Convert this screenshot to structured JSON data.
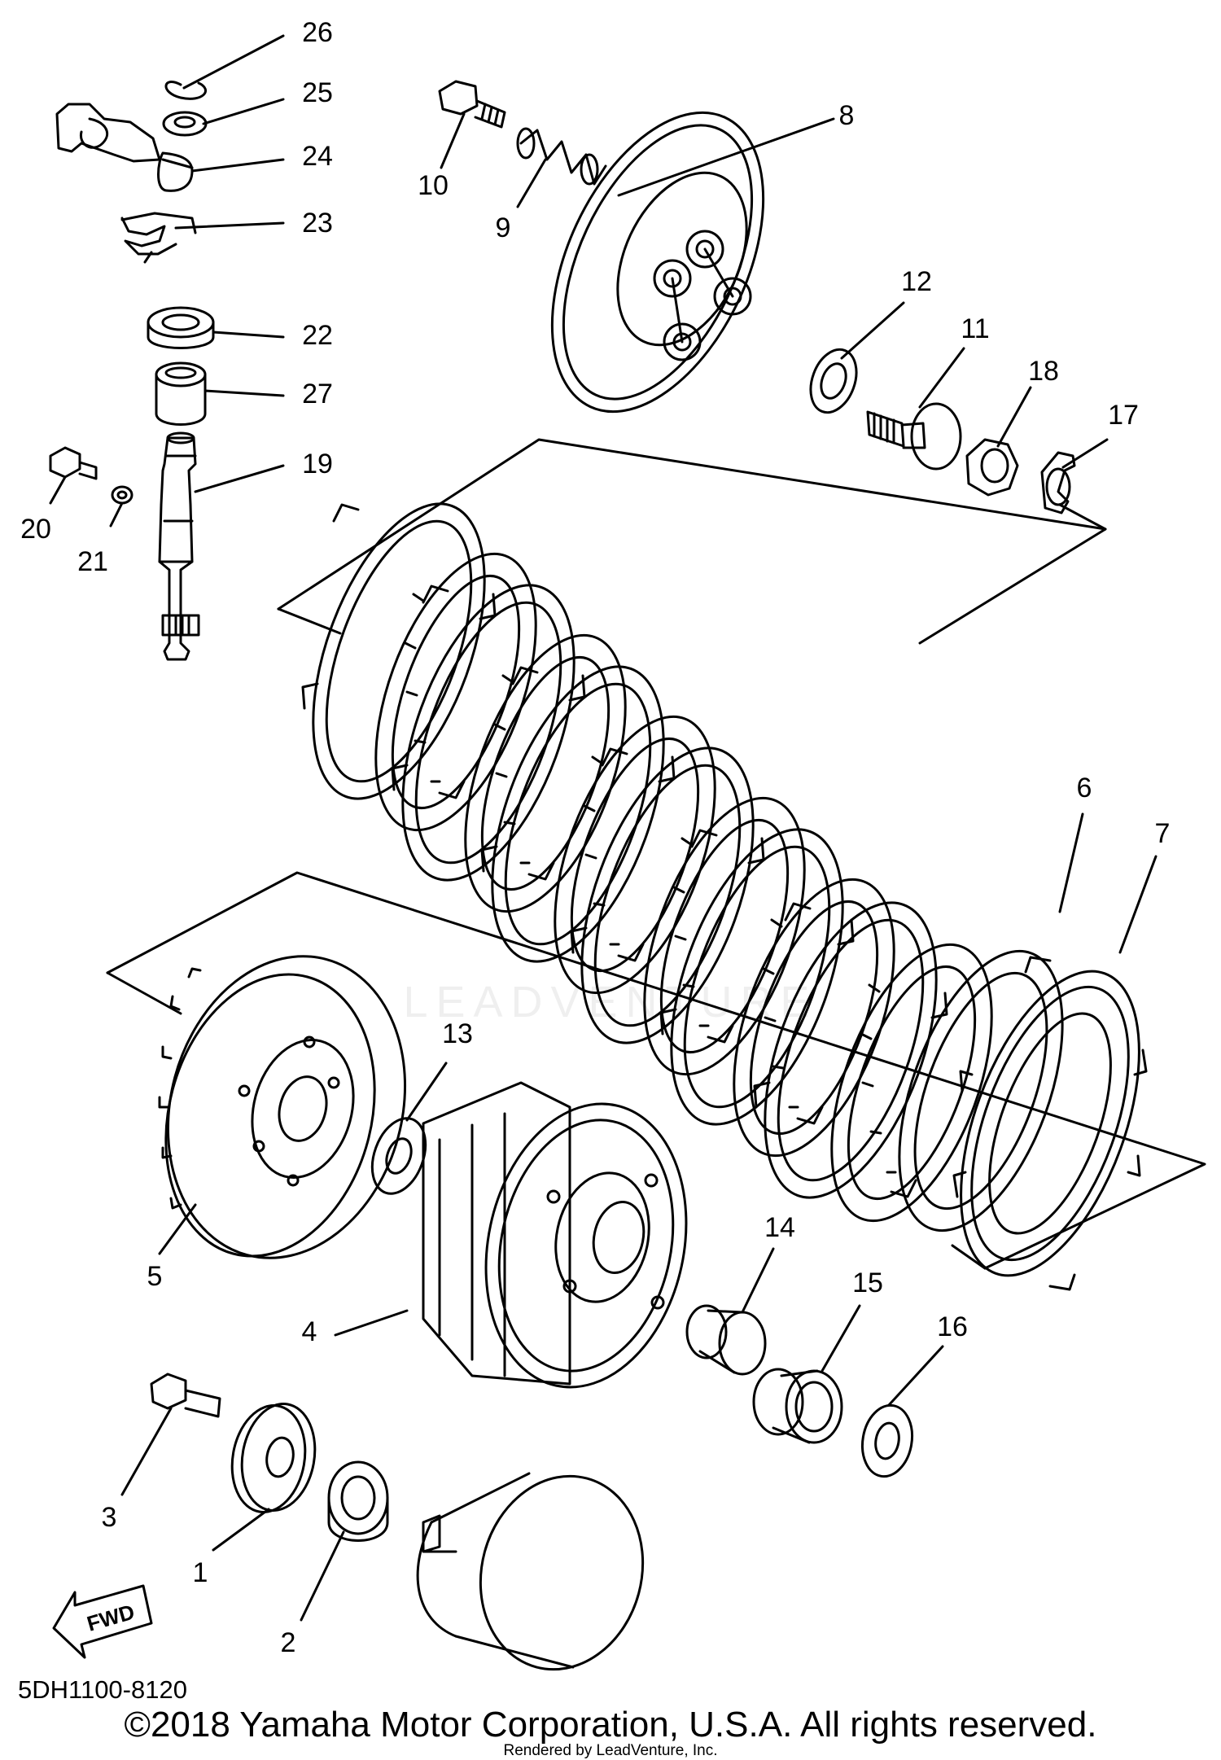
{
  "diagram": {
    "callouts": [
      {
        "id": "1",
        "label": "1"
      },
      {
        "id": "2",
        "label": "2"
      },
      {
        "id": "3",
        "label": "3"
      },
      {
        "id": "4",
        "label": "4"
      },
      {
        "id": "5",
        "label": "5"
      },
      {
        "id": "6",
        "label": "6"
      },
      {
        "id": "7",
        "label": "7"
      },
      {
        "id": "8",
        "label": "8"
      },
      {
        "id": "9",
        "label": "9"
      },
      {
        "id": "10",
        "label": "10"
      },
      {
        "id": "11",
        "label": "11"
      },
      {
        "id": "12",
        "label": "12"
      },
      {
        "id": "13",
        "label": "13"
      },
      {
        "id": "14",
        "label": "14"
      },
      {
        "id": "15",
        "label": "15"
      },
      {
        "id": "16",
        "label": "16"
      },
      {
        "id": "17",
        "label": "17"
      },
      {
        "id": "18",
        "label": "18"
      },
      {
        "id": "19",
        "label": "19"
      },
      {
        "id": "20",
        "label": "20"
      },
      {
        "id": "21",
        "label": "21"
      },
      {
        "id": "22",
        "label": "22"
      },
      {
        "id": "23",
        "label": "23"
      },
      {
        "id": "24",
        "label": "24"
      },
      {
        "id": "25",
        "label": "25"
      },
      {
        "id": "26",
        "label": "26"
      },
      {
        "id": "27",
        "label": "27"
      }
    ],
    "fwd_label": "FWD",
    "diagram_code": "5DH1100-8120",
    "watermark": "LEADVENTURE",
    "copyright": "©2018 Yamaha Motor Corporation, U.S.A. All rights reserved.",
    "rendered_by": "Rendered by LeadVenture, Inc."
  }
}
